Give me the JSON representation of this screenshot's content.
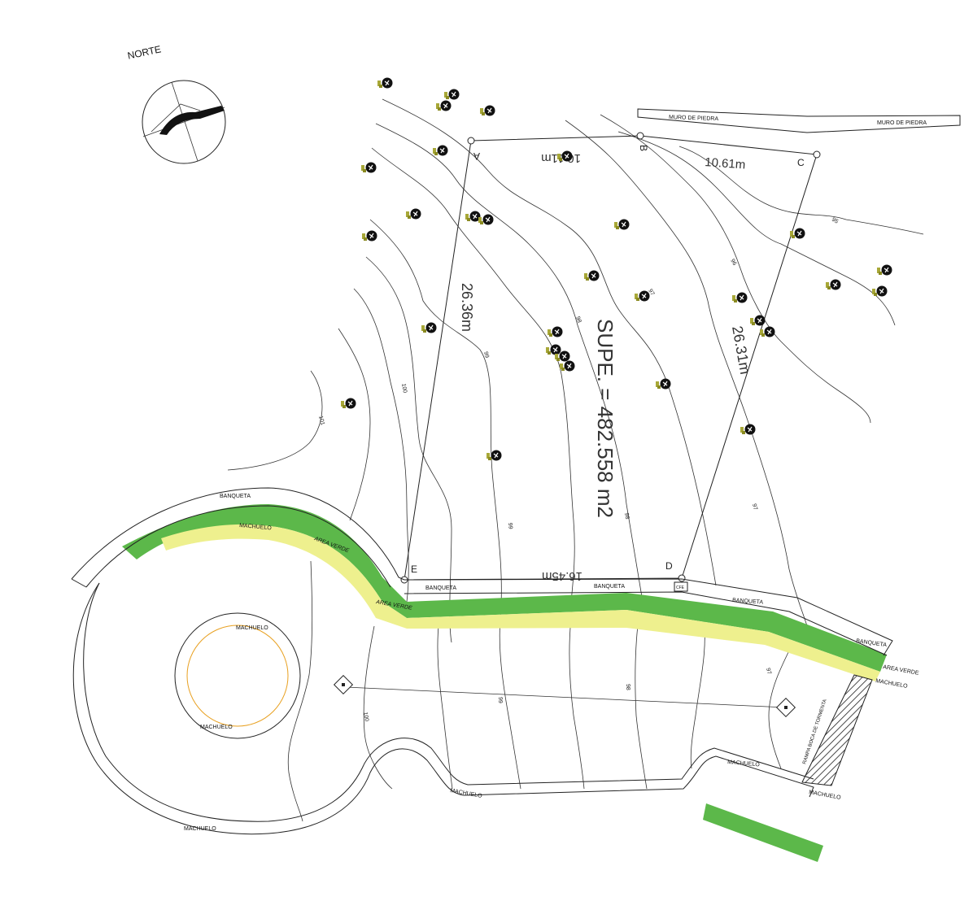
{
  "north": {
    "label": "NORTE"
  },
  "wall": {
    "label_1": "MURO DE PIEDRA",
    "label_2": "MURO DE PIEDRA"
  },
  "vertices": {
    "a": "A",
    "b": "B",
    "c": "C",
    "d": "D",
    "e": "E"
  },
  "dimensions": {
    "top_a_b": "10.11m",
    "top_b_c": "10.61m",
    "left_side": "26.36m",
    "right_side": "26.31m",
    "bottom": "16.45m"
  },
  "area": {
    "label": "SUPE. = 482.558 m2"
  },
  "contours": {
    "c95": "95",
    "c96": "96",
    "c97a": "97",
    "c97b": "97",
    "c97c": "97",
    "c98a": "98",
    "c98b": "98",
    "c98c": "98",
    "c99a": "99",
    "c99b": "99",
    "c99c": "99",
    "c100a": "100",
    "c100b": "100",
    "c101": "101"
  },
  "street": {
    "banqueta_1": "BANQUETA",
    "banqueta_2": "BANQUETA",
    "banqueta_3": "BANQUETA",
    "banqueta_4": "BANQUETA",
    "banqueta_5": "BANQUETA",
    "machuelo_1": "MACHUELO",
    "machuelo_2": "MACHUELO",
    "machuelo_3": "MACHUELO",
    "machuelo_4": "MACHUELO",
    "machuelo_5": "MACHUELO",
    "machuelo_6": "MACHUELO",
    "machuelo_7": "MACHUELO",
    "machuelo_8": "MACHUELO",
    "area_verde_1": "AREA VERDE",
    "area_verde_2": "AREA VERDE",
    "area_verde_3": "AREA VERDE",
    "post_label": "CFE",
    "ramp_label": "RAMPA BOCA DE TORMENTA"
  },
  "colors": {
    "green": "#5cb84a",
    "yellow": "#eef08e",
    "ring": "#e8a020",
    "tree": "#111111",
    "tree_base": "#a8a838"
  },
  "tree_icons": "tree-symbol"
}
